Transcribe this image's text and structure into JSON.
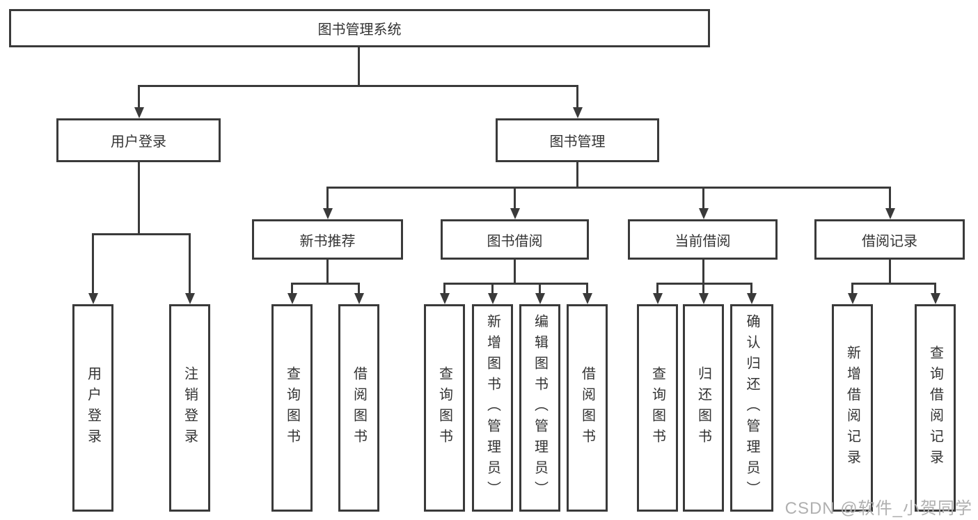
{
  "colors": {
    "line": "#3a3a3a",
    "background": "#ffffff",
    "watermark": "#b0b0b0",
    "text": "#333333"
  },
  "watermark": {
    "text": "CSDN @软件_小贺同学"
  },
  "tree": {
    "label": "图书管理系统",
    "children": [
      {
        "label": "用户登录",
        "children": [
          {
            "label": "用户登录"
          },
          {
            "label": "注销登录"
          }
        ]
      },
      {
        "label": "图书管理",
        "children": [
          {
            "label": "新书推荐",
            "children": [
              {
                "label": "查询图书"
              },
              {
                "label": "借阅图书"
              }
            ]
          },
          {
            "label": "图书借阅",
            "children": [
              {
                "label": "查询图书"
              },
              {
                "label": "新增图书（管理员）"
              },
              {
                "label": "编辑图书（管理员）"
              },
              {
                "label": "借阅图书"
              }
            ]
          },
          {
            "label": "当前借阅",
            "children": [
              {
                "label": "查询图书"
              },
              {
                "label": "归还图书"
              },
              {
                "label": "确认归还（管理员）"
              }
            ]
          },
          {
            "label": "借阅记录",
            "children": [
              {
                "label": "新增借阅记录"
              },
              {
                "label": "查询借阅记录"
              }
            ]
          }
        ]
      }
    ]
  }
}
